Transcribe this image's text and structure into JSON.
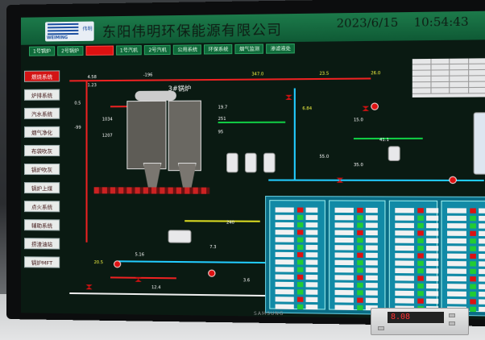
{
  "header": {
    "logo_brand": "WEIMING",
    "logo_cn": "伟明",
    "company": "东阳伟明环保能源有限公司",
    "date": "2023/6/15",
    "time": "10:54:43"
  },
  "tabs": [
    {
      "label": "1号锅炉"
    },
    {
      "label": "2号锅炉"
    },
    {
      "label": ""
    },
    {
      "label": "1号汽机"
    },
    {
      "label": "2号汽机"
    },
    {
      "label": "公用系统"
    },
    {
      "label": "环保系统"
    },
    {
      "label": "烟气监测"
    },
    {
      "label": "渗滤液处"
    }
  ],
  "sidebar": {
    "items": [
      {
        "label": "燃烧系统",
        "active": true
      },
      {
        "label": "炉排系统",
        "active": false
      },
      {
        "label": "汽水系统",
        "active": false
      },
      {
        "label": "烟气净化",
        "active": false
      },
      {
        "label": "布袋吹灰",
        "active": false
      },
      {
        "label": "锅炉吹灰",
        "active": false
      },
      {
        "label": "锅炉上煤",
        "active": false
      },
      {
        "label": "点火系统",
        "active": false
      },
      {
        "label": "辅助系统",
        "active": false
      },
      {
        "label": "捞渣油站",
        "active": false
      },
      {
        "label": "锅炉MFT",
        "active": false
      }
    ]
  },
  "diagram": {
    "boiler_title": "3#锅炉",
    "readouts": [
      {
        "text": "4.58",
        "c": "w"
      },
      {
        "text": "1.23",
        "c": "w"
      },
      {
        "text": "-196",
        "c": "w"
      },
      {
        "text": "347.0",
        "c": "y"
      },
      {
        "text": "23.5",
        "c": "y"
      },
      {
        "text": "26.0",
        "c": "y"
      },
      {
        "text": "0.5",
        "c": "w"
      },
      {
        "text": "1034",
        "c": "w"
      },
      {
        "text": "-99",
        "c": "w"
      },
      {
        "text": "1207",
        "c": "w"
      },
      {
        "text": "19.7",
        "c": "w"
      },
      {
        "text": "251",
        "c": "w"
      },
      {
        "text": "95",
        "c": "w"
      },
      {
        "text": "6.84",
        "c": "y"
      },
      {
        "text": "15.0",
        "c": "w"
      },
      {
        "text": "41.1",
        "c": "w"
      },
      {
        "text": "55.0",
        "c": "w"
      },
      {
        "text": "35.0",
        "c": "w"
      },
      {
        "text": "20.5",
        "c": "y"
      },
      {
        "text": "5.16",
        "c": "w"
      },
      {
        "text": "12.4",
        "c": "w"
      },
      {
        "text": "7.3",
        "c": "w"
      },
      {
        "text": "240",
        "c": "w"
      },
      {
        "text": "3.6",
        "c": "w"
      }
    ]
  },
  "right_table": {
    "rows": [
      [
        "",
        "",
        "",
        ""
      ],
      [
        "",
        "",
        "",
        ""
      ],
      [
        "",
        "",
        "",
        ""
      ],
      [
        "",
        "",
        "",
        ""
      ],
      [
        "",
        "",
        "",
        ""
      ],
      [
        "",
        "",
        "",
        ""
      ]
    ]
  },
  "monitor_brand": "SAMSUNG",
  "meter": {
    "value": "8.08"
  },
  "colors": {
    "red_pipe": "#e22",
    "cyan_pipe": "#2cf",
    "green_pipe": "#1c4",
    "screen_bg": "#0a1a12",
    "panel_blue": "#0a6d86"
  }
}
